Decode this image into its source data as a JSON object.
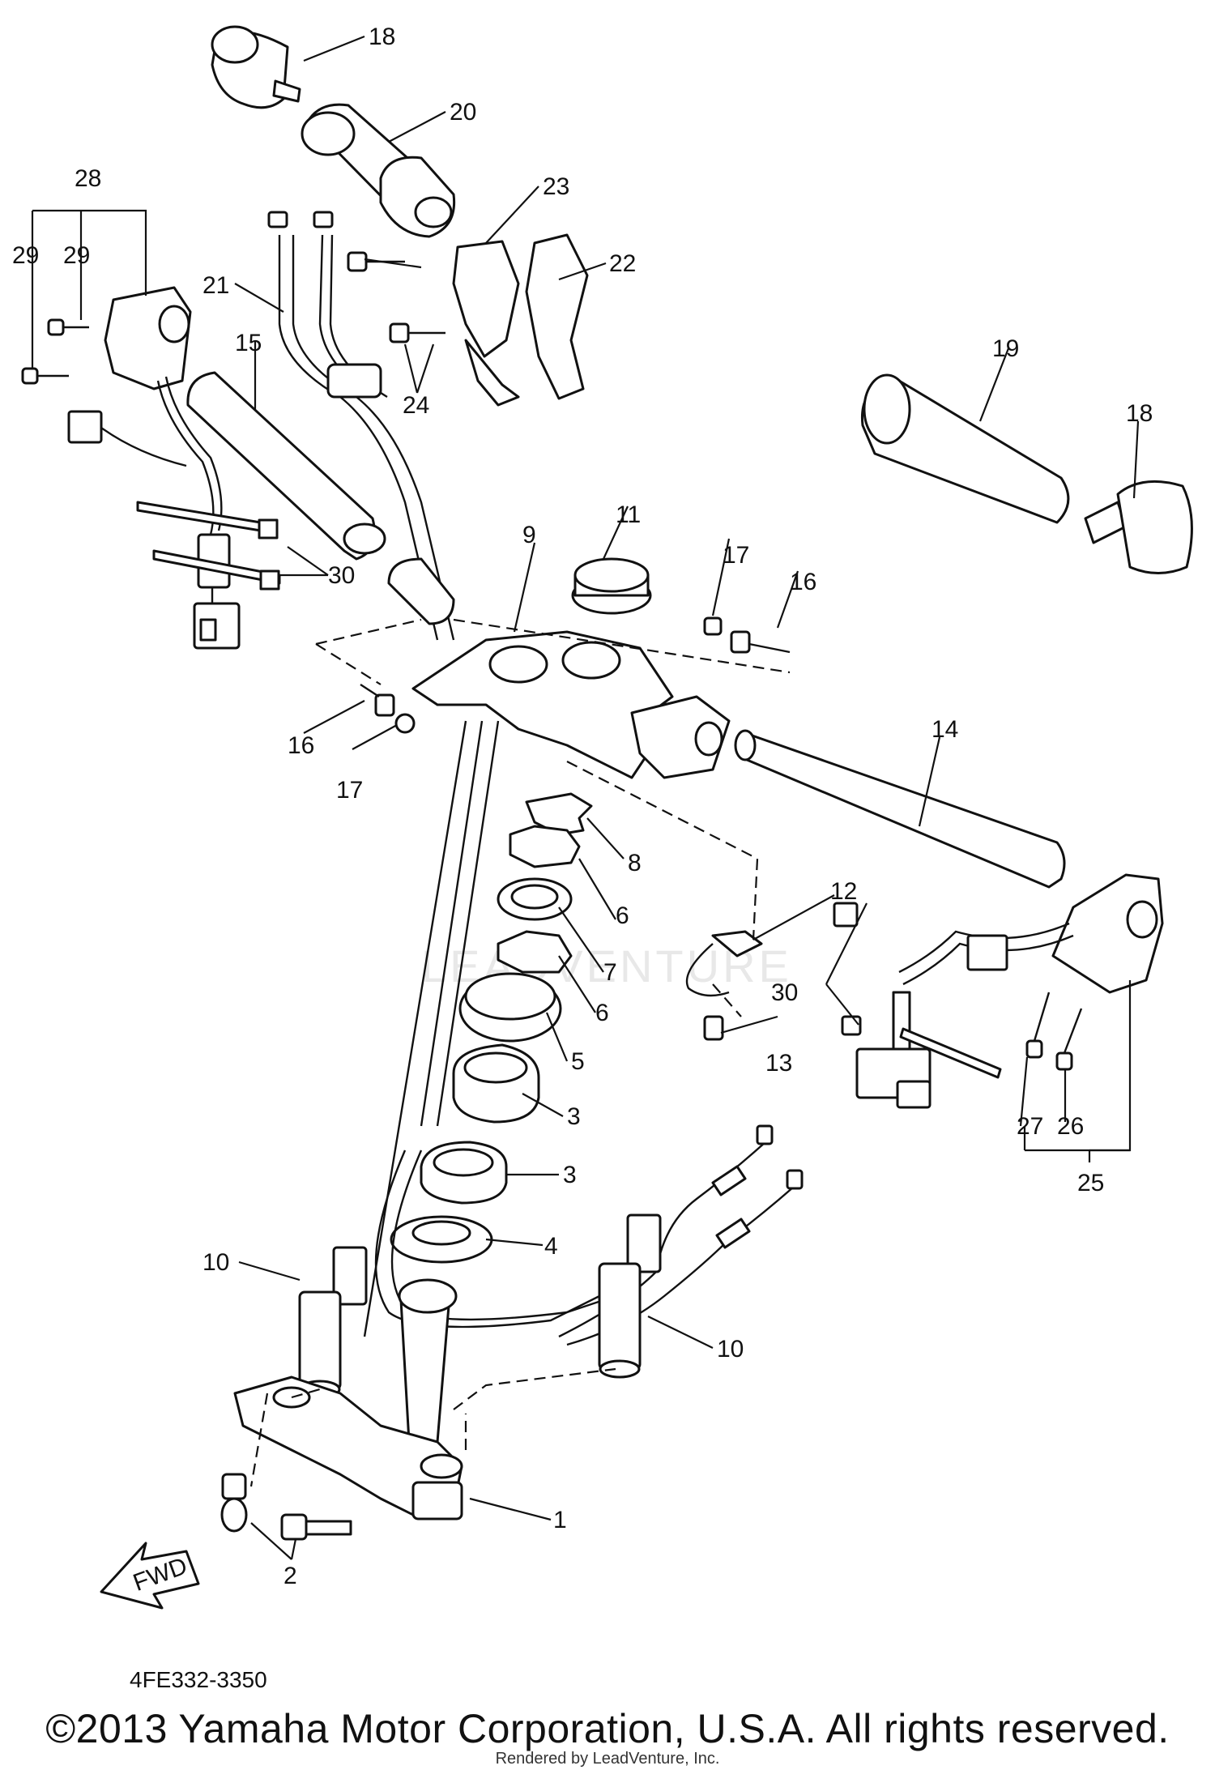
{
  "diagram": {
    "callouts": [
      "1",
      "2",
      "3",
      "3",
      "4",
      "5",
      "6",
      "6",
      "7",
      "8",
      "9",
      "10",
      "10",
      "11",
      "12",
      "13",
      "14",
      "15",
      "16",
      "16",
      "17",
      "17",
      "18",
      "18",
      "19",
      "20",
      "21",
      "22",
      "23",
      "24",
      "25",
      "26",
      "27",
      "28",
      "29",
      "29",
      "30",
      "30"
    ],
    "fwd_label": "FWD",
    "diagram_code": "4FE332-3350",
    "copyright": "©2013 Yamaha Motor Corporation, U.S.A. All rights reserved.",
    "rendered_by": "Rendered by LeadVenture, Inc.",
    "watermark": "LEADVENTURE"
  }
}
